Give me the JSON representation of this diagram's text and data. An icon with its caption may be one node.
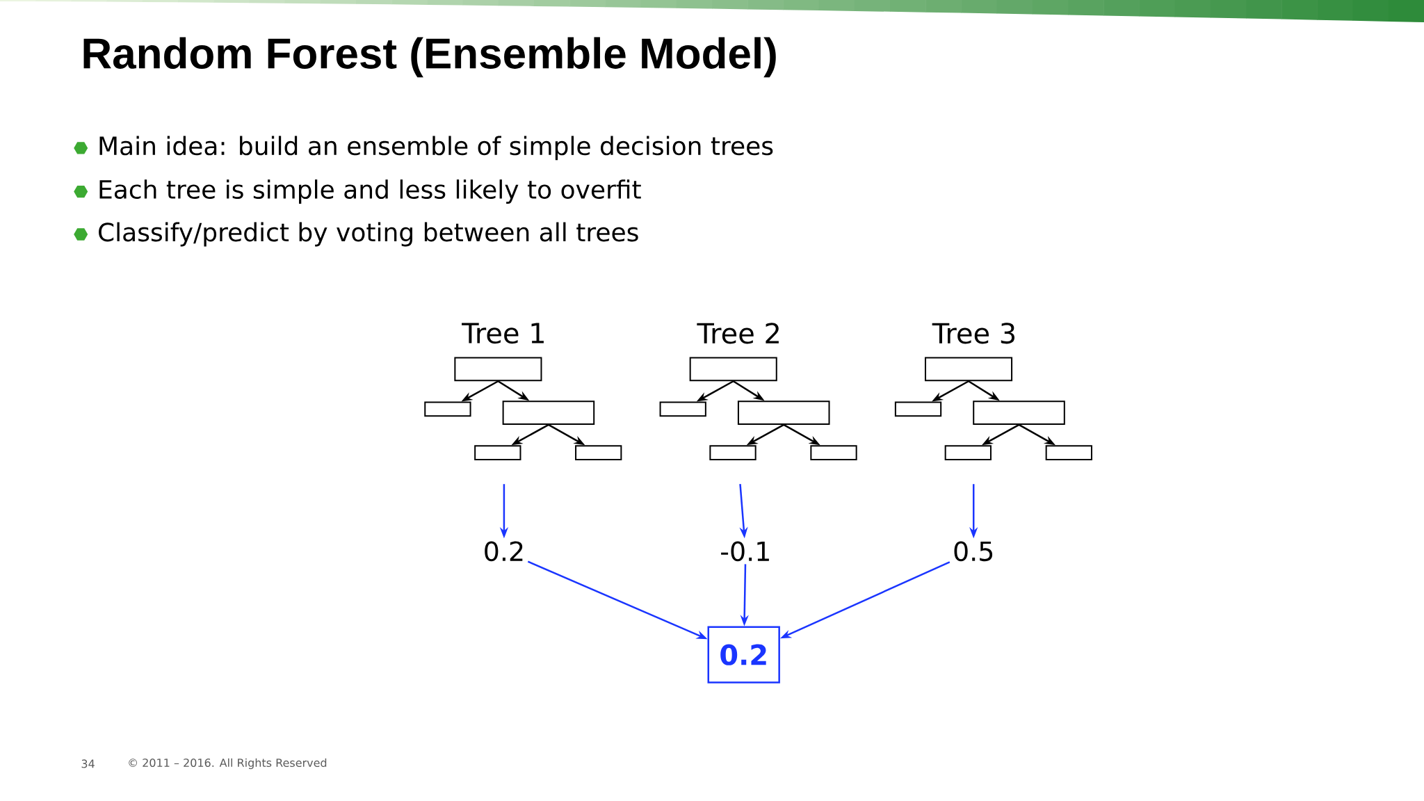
{
  "diagram": {
    "title": "Random Forest (Ensemble Model)",
    "nodes": [
      {
        "text": [],
        "shape": "box"
      },
      {
        "text": [],
        "shape": "box"
      },
      {
        "text": [],
        "shape": "box"
      },
      {
        "text": [],
        "shape": "box"
      },
      {
        "text": [],
        "shape": "box"
      },
      {
        "text": [],
        "shape": "box"
      },
      {
        "text": [],
        "shape": "box"
      },
      {
        "text": [],
        "shape": "box"
      },
      {
        "text": [],
        "shape": "box"
      },
      {
        "text": [],
        "shape": "box"
      },
      {
        "text": [],
        "shape": "box"
      },
      {
        "text": [],
        "shape": "box"
      },
      {
        "text": [],
        "shape": "box"
      },
      {
        "text": [],
        "shape": "box"
      },
      {
        "text": [],
        "shape": "box"
      },
      {
        "text": [
          "0.2"
        ]
      },
      {
        "text": [
          "-0.1"
        ]
      },
      {
        "text": [
          "0.5"
        ]
      },
      {
        "text": [
          "0.2"
        ]
      }
    ],
    "edges": [
      {
        "from": 0,
        "to": 1,
        "arrow": "to"
      },
      {
        "from": 0,
        "to": 2,
        "arrow": "to"
      },
      {
        "from": 2,
        "to": 3,
        "arrow": "to"
      },
      {
        "from": 2,
        "to": 4,
        "arrow": "to"
      },
      {
        "from": 5,
        "to": 6,
        "arrow": "to"
      },
      {
        "from": 5,
        "to": 7,
        "arrow": "to"
      },
      {
        "from": 7,
        "to": 8,
        "arrow": "to"
      },
      {
        "from": 7,
        "to": 9,
        "arrow": "to"
      },
      {
        "from": 10,
        "to": 11,
        "arrow": "to"
      },
      {
        "from": 10,
        "to": 12,
        "arrow": "to"
      },
      {
        "from": 12,
        "to": 13,
        "arrow": "to"
      },
      {
        "from": 12,
        "to": 14,
        "arrow": "to"
      },
      {
        "from": null,
        "to": 15,
        "arrow": "to",
        "color": "#1a35ff"
      },
      {
        "from": null,
        "to": 16,
        "arrow": "to",
        "color": "#1a35ff"
      },
      {
        "from": null,
        "to": 17,
        "arrow": "to",
        "color": "#1a35ff"
      },
      {
        "from": 15,
        "to": 18,
        "arrow": "to",
        "color": "#1a35ff"
      },
      {
        "from": 16,
        "to": 18,
        "arrow": "to",
        "color": "#1a35ff"
      },
      {
        "from": 17,
        "to": 18,
        "arrow": "to",
        "color": "#1a35ff"
      }
    ],
    "labels": [
      "Main idea: build an ensemble of simple decision trees",
      "Each tree is simple and less likely to overfit",
      "Classify/predict by voting between all trees",
      "Tree 1",
      "Tree 2",
      "Tree 3",
      "34",
      "© 2011 – 2016. All Rights Reserved"
    ]
  }
}
